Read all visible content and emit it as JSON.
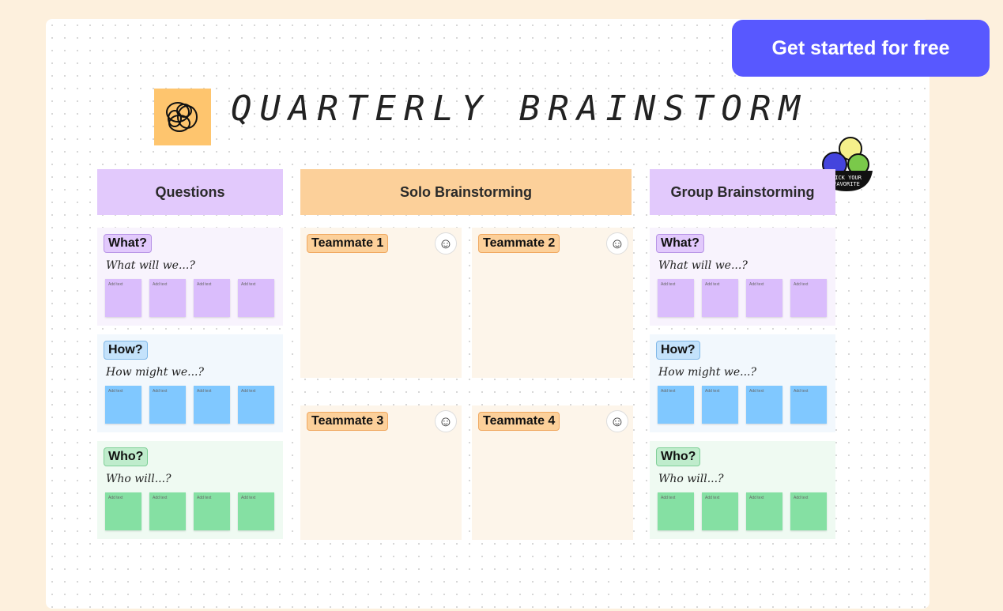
{
  "cta": {
    "label": "Get started for free",
    "color": "#5858ff"
  },
  "board": {
    "title": "QUARTERLY BRAINSTORM",
    "sticker_text": "PICK YOUR FAVORITE"
  },
  "columns": {
    "questions": "Questions",
    "solo": "Solo Brainstorming",
    "group": "Group Brainstorming"
  },
  "sections": [
    {
      "tag": "What?",
      "prompt": "What will we...?",
      "color": "#dabdfc"
    },
    {
      "tag": "How?",
      "prompt": "How might we...?",
      "color": "#80c8ff"
    },
    {
      "tag": "Who?",
      "prompt": "Who will...?",
      "color": "#85e0a3"
    }
  ],
  "note_placeholder": "Add text",
  "teammates": [
    "Teammate 1",
    "Teammate 2",
    "Teammate 3",
    "Teammate 4"
  ]
}
